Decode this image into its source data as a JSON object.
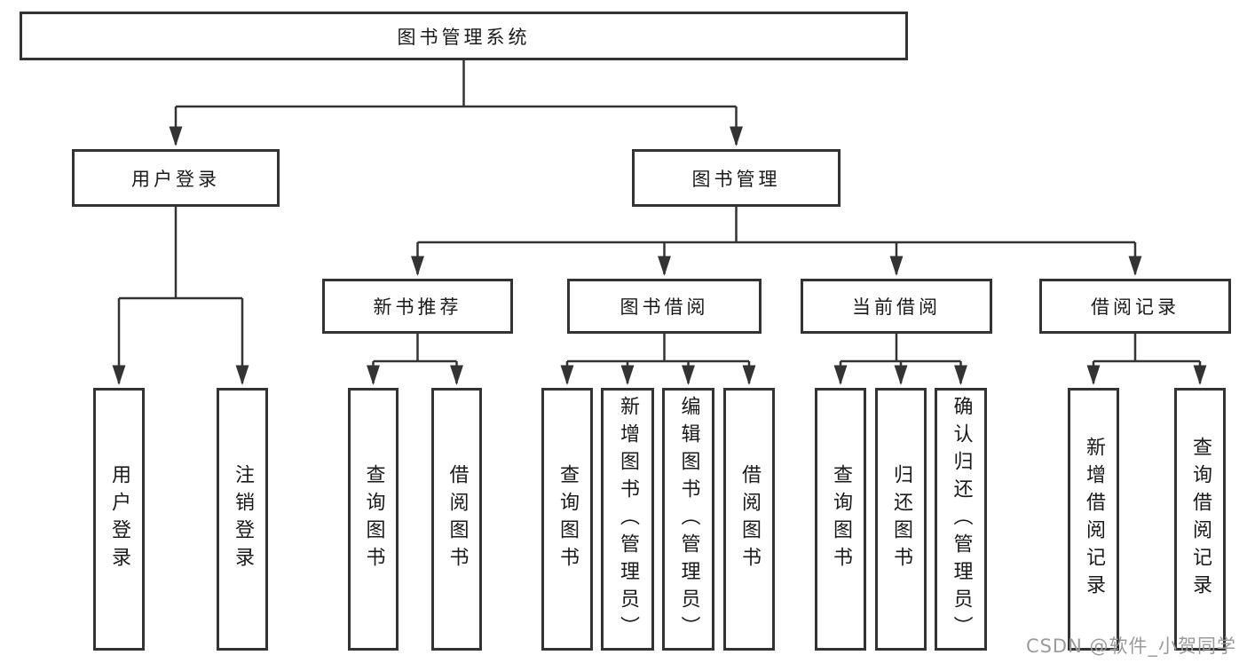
{
  "nodes": {
    "root": "图书管理系统",
    "user_login": "用户登录",
    "book_mgmt": "图书管理",
    "new_books": "新书推荐",
    "book_borrow": "图书借阅",
    "current_borrow": "当前借阅",
    "borrow_records": "借阅记录",
    "leaf_user_login": "用户登录",
    "leaf_logout": "注销登录",
    "nb_query": "查询图书",
    "nb_borrow": "借阅图书",
    "bb_query": "查询图书",
    "bb_add": "新增图书（管理员）",
    "bb_edit": "编辑图书（管理员）",
    "bb_borrow": "借阅图书",
    "cb_query": "查询图书",
    "cb_return": "归还图书",
    "cb_confirm": "确认归还（管理员）",
    "br_add": "新增借阅记录",
    "br_query": "查询借阅记录"
  },
  "watermark": "CSDN @软件_小贺同学",
  "colors": {
    "line": "#333333",
    "text": "#1a1a1a",
    "watermark": "#9b9b9b",
    "background": "#ffffff"
  }
}
